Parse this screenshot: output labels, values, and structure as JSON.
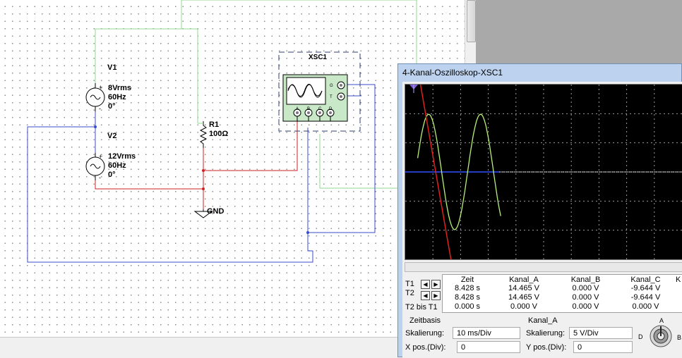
{
  "schematic": {
    "v1": {
      "name": "V1",
      "value": "8Vrms",
      "freq": "60Hz",
      "phase": "0°"
    },
    "v2": {
      "name": "V2",
      "value": "12Vrms",
      "freq": "60Hz",
      "phase": "0°"
    },
    "r1": {
      "name": "R1",
      "value": "100Ω"
    },
    "gnd": "GND",
    "scope": {
      "name": "XSC1",
      "labels": [
        "A",
        "B",
        "C",
        "D"
      ],
      "side_labels": [
        "G",
        "T"
      ]
    }
  },
  "oscilloscope": {
    "title": "4-Kanal-Oszilloskop-XSC1",
    "columns": [
      "Zeit",
      "Kanal_A",
      "Kanal_B",
      "Kanal_C",
      "K"
    ],
    "rows": [
      {
        "label": "T1",
        "values": [
          "8.428 s",
          "14.465 V",
          "0.000 V",
          "-9.644 V"
        ]
      },
      {
        "label": "T2",
        "values": [
          "8.428 s",
          "14.465 V",
          "0.000 V",
          "-9.644 V"
        ]
      },
      {
        "label": "T2 bis T1",
        "values": [
          "0.000 s",
          "0.000 V",
          "0.000 V",
          "0.000 V"
        ]
      }
    ],
    "zeitbasis": {
      "heading": "Zeitbasis",
      "skalierung_label": "Skalierung:",
      "skalierung": "10 ms/Div",
      "xpos_label": "X pos.(Div):",
      "xpos": "0"
    },
    "kanal": {
      "heading": "Kanal_A",
      "skalierung_label": "Skalierung:",
      "skalierung": "5  V/Div",
      "ypos_label": "Y pos.(Div):",
      "ypos": "0"
    },
    "knob": {
      "labels": [
        "A",
        "B",
        "D"
      ]
    },
    "trace_colors": {
      "channel_a": "#b8f07a",
      "channel_c": "#e02020",
      "channel_b": "#3050ff"
    }
  }
}
